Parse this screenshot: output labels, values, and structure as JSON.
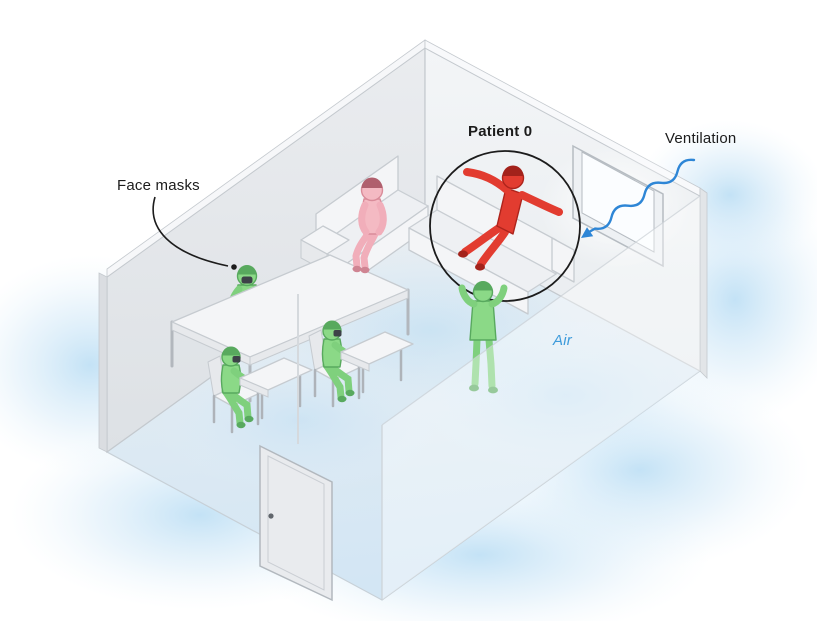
{
  "illustration": {
    "labels": {
      "face_masks": "Face masks",
      "patient_zero": "Patient 0",
      "ventilation": "Ventilation",
      "air": "Air"
    },
    "colors": {
      "patient_red": "#e23c30",
      "masked_green": "#8bd987",
      "unmasked_pink": "#f4bac3",
      "air_mist_blue": "#bfe0f4",
      "ventilation_arrow_blue": "#2e86d6",
      "annotation_dark": "#1c1c1c"
    },
    "figures": [
      {
        "id": "patient-0",
        "color": "red",
        "masked": false,
        "pose": "leaning-on-sofa-arms-spread"
      },
      {
        "id": "unmasked-contact",
        "color": "pink",
        "masked": false,
        "pose": "seated-on-sofa"
      },
      {
        "id": "masked-standing",
        "color": "green",
        "masked": true,
        "pose": "standing-facing-patient"
      },
      {
        "id": "masked-at-table",
        "color": "green",
        "masked": true,
        "pose": "seated-at-table"
      },
      {
        "id": "masked-at-desk-1",
        "color": "green",
        "masked": true,
        "pose": "seated-at-desk"
      },
      {
        "id": "masked-at-desk-2",
        "color": "green",
        "masked": true,
        "pose": "seated-at-desk"
      }
    ],
    "icons": {
      "ventilation_arrow": "wavy-arrow-into-window",
      "face_masks_pointer": "curved-pointer-line",
      "patient_circle": "highlight-circle"
    }
  }
}
